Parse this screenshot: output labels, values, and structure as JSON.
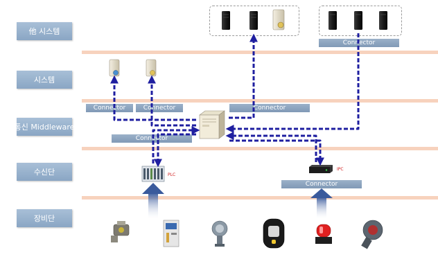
{
  "layers": {
    "other_system": "他 시스템",
    "system": "시스템",
    "middleware": "통신 Middleware",
    "receiver": "수신단",
    "equipment": "장비단"
  },
  "connectors": {
    "other_system": "Connector",
    "system_left": "Connector",
    "system_right": "Connector",
    "middleware_top": "Connector",
    "middleware_bottom": "Connector",
    "receiver_ipc": "Connector"
  },
  "devices": {
    "plc_label": "PLC",
    "ipc_label": "IPC"
  },
  "icons": {
    "servers": [
      "server-rack-icon",
      "server-rack-icon",
      "database-server-icon",
      "server-rack-icon",
      "server-rack-icon",
      "server-rack-icon"
    ],
    "system_servers": [
      "workstation-server-icon",
      "workstation-server-icon"
    ],
    "middleware_server": "middleware-server-icon",
    "equipment": [
      "gas-detector-icon",
      "control-panel-icon",
      "gas-sensor-icon",
      "portable-detector-icon",
      "warning-beacon-icon",
      "fixed-gas-detector-icon"
    ]
  },
  "colors": {
    "flow_arrow": "#1f1fa0",
    "layer_label": "#8aa6c4",
    "band": "#f7d2bd",
    "connector": "#8da5c0"
  }
}
